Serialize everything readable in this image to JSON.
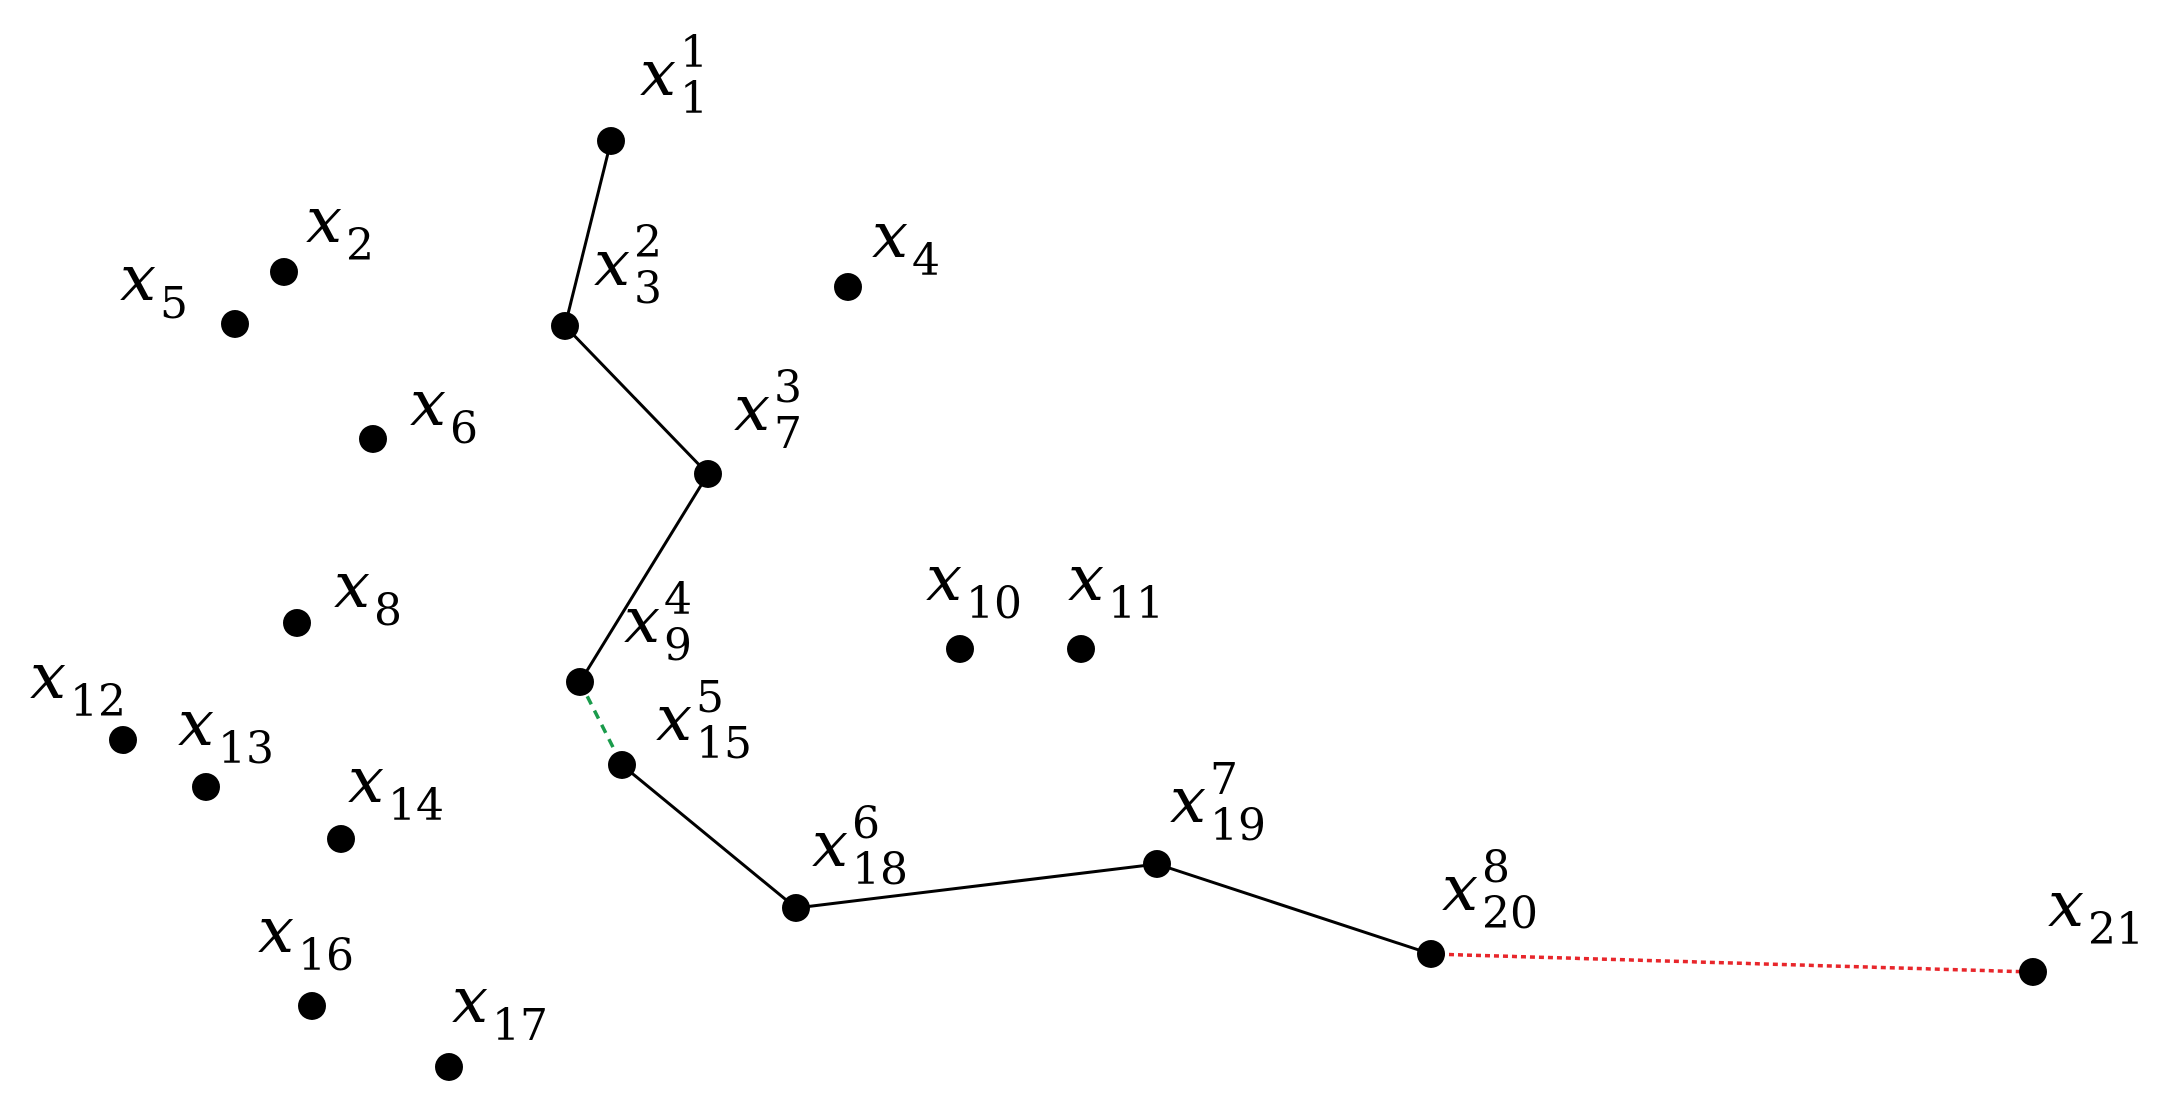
{
  "diagram": {
    "points": [
      {
        "id": "x1",
        "base": "x",
        "sub": "1",
        "sup": "1"
      },
      {
        "id": "x2",
        "base": "x",
        "sub": "2",
        "sup": ""
      },
      {
        "id": "x3",
        "base": "x",
        "sub": "3",
        "sup": "2"
      },
      {
        "id": "x4",
        "base": "x",
        "sub": "4",
        "sup": ""
      },
      {
        "id": "x5",
        "base": "x",
        "sub": "5",
        "sup": ""
      },
      {
        "id": "x6",
        "base": "x",
        "sub": "6",
        "sup": ""
      },
      {
        "id": "x7",
        "base": "x",
        "sub": "7",
        "sup": "3"
      },
      {
        "id": "x8",
        "base": "x",
        "sub": "8",
        "sup": ""
      },
      {
        "id": "x9",
        "base": "x",
        "sub": "9",
        "sup": "4"
      },
      {
        "id": "x10",
        "base": "x",
        "sub": "10",
        "sup": ""
      },
      {
        "id": "x11",
        "base": "x",
        "sub": "11",
        "sup": ""
      },
      {
        "id": "x12",
        "base": "x",
        "sub": "12",
        "sup": ""
      },
      {
        "id": "x13",
        "base": "x",
        "sub": "13",
        "sup": ""
      },
      {
        "id": "x14",
        "base": "x",
        "sub": "14",
        "sup": ""
      },
      {
        "id": "x15",
        "base": "x",
        "sub": "15",
        "sup": "5"
      },
      {
        "id": "x16",
        "base": "x",
        "sub": "16",
        "sup": ""
      },
      {
        "id": "x17",
        "base": "x",
        "sub": "17",
        "sup": ""
      },
      {
        "id": "x18",
        "base": "x",
        "sub": "18",
        "sup": "6"
      },
      {
        "id": "x19",
        "base": "x",
        "sub": "19",
        "sup": "7"
      },
      {
        "id": "x20",
        "base": "x",
        "sub": "20",
        "sup": "8"
      },
      {
        "id": "x21",
        "base": "x",
        "sub": "21",
        "sup": ""
      }
    ],
    "edges": [
      {
        "from": "x1",
        "to": "x3",
        "style": "solid",
        "color": "#000000"
      },
      {
        "from": "x3",
        "to": "x7",
        "style": "solid",
        "color": "#000000"
      },
      {
        "from": "x7",
        "to": "x9",
        "style": "solid",
        "color": "#000000"
      },
      {
        "from": "x9",
        "to": "x15",
        "style": "dashed",
        "color": "#1a9b4b"
      },
      {
        "from": "x15",
        "to": "x18",
        "style": "solid",
        "color": "#000000"
      },
      {
        "from": "x18",
        "to": "x19",
        "style": "solid",
        "color": "#000000"
      },
      {
        "from": "x19",
        "to": "x20",
        "style": "solid",
        "color": "#000000"
      },
      {
        "from": "x20",
        "to": "x21",
        "style": "dotted",
        "color": "#e8262b"
      }
    ],
    "node_color": "#000000"
  }
}
